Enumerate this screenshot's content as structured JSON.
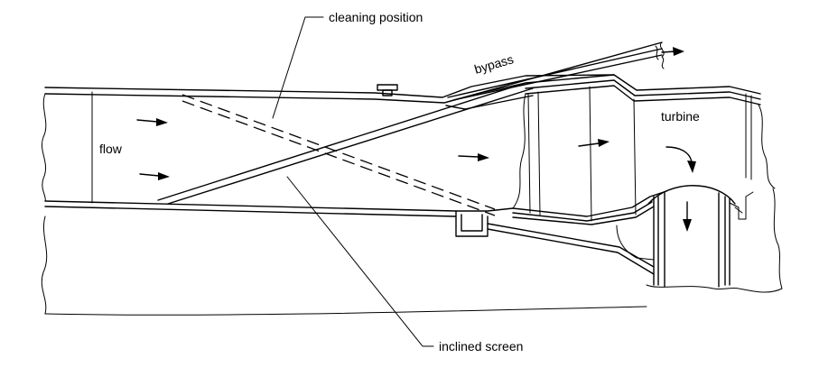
{
  "diagram": {
    "title": "Inclined screen fish bypass diagram",
    "labels": {
      "cleaning_position": "cleaning position",
      "bypass": "bypass",
      "flow": "flow",
      "turbine": "turbine",
      "inclined_screen": "inclined screen"
    },
    "colors": {
      "line": "#000000",
      "background": "#ffffff"
    }
  }
}
